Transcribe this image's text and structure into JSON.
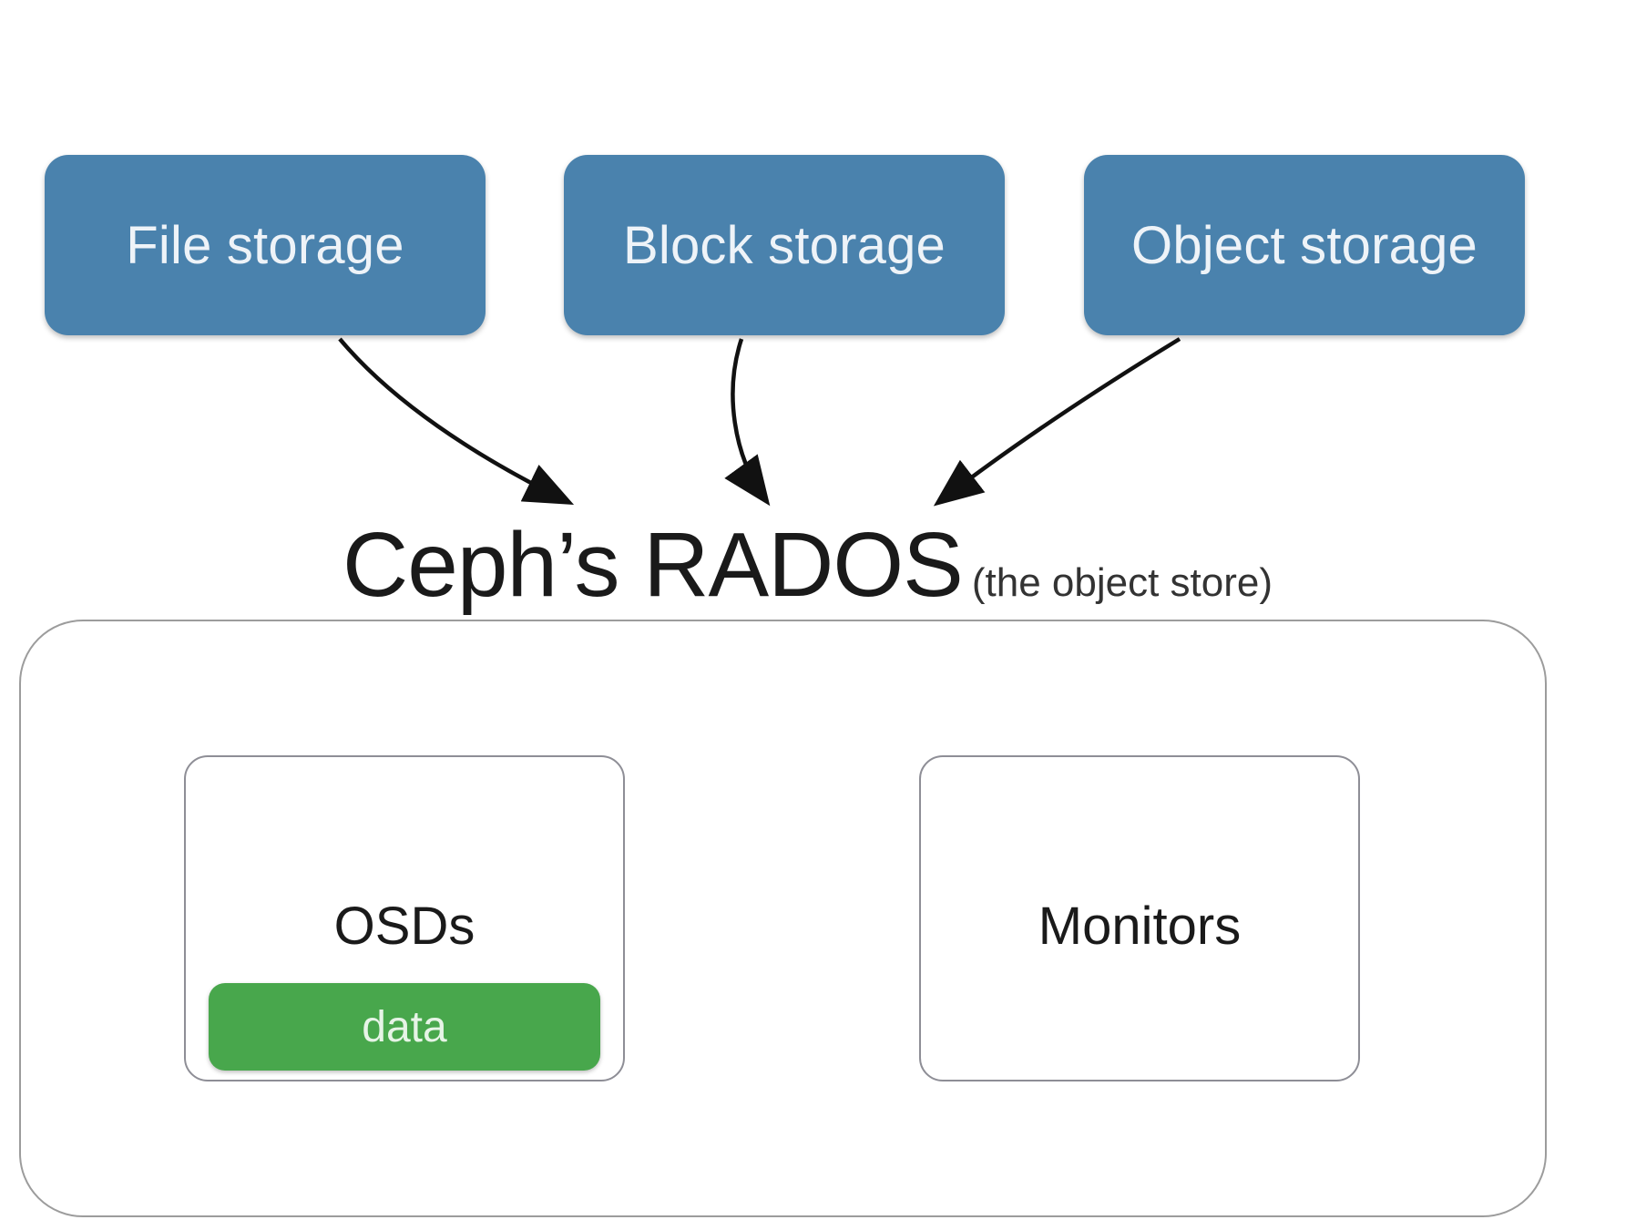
{
  "diagram": {
    "top_boxes": [
      {
        "label": "File storage"
      },
      {
        "label": "Block storage"
      },
      {
        "label": "Object storage"
      }
    ],
    "rados": {
      "title": "Ceph’s RADOS",
      "subtitle": "(the object store)"
    },
    "components": {
      "osds": {
        "label": "OSDs",
        "data_label": "data"
      },
      "monitors": {
        "label": "Monitors"
      }
    },
    "colors": {
      "storage_box": "#4a82ad",
      "data_pill": "#48a74c",
      "arrow": "#111111",
      "container_border": "#9c9c9c"
    }
  }
}
